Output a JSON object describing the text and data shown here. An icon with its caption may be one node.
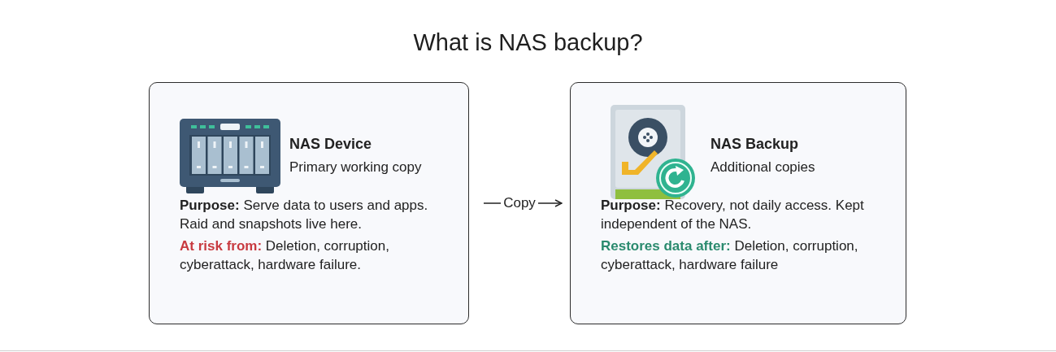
{
  "diagram": {
    "title": "What is NAS backup?",
    "nodes": [
      {
        "text": [
          "NAS Device",
          "Primary working copy",
          "**Purpose:** Serve data to users and apps. Raid and snapshots live here.",
          "**At risk from:** Deletion, corruption, cyberattack, hardware failure."
        ]
      },
      {
        "text": [
          "NAS Backup",
          "Additional copies",
          "**Purpose:** Recovery, not daily access. Kept independent of the NAS.",
          "**Restores data after:** Deletion, corruption, cyberattack, hardware failure"
        ]
      }
    ],
    "edges": [
      {
        "from": 0,
        "to": 1,
        "arrow": "to",
        "label": "Copy"
      }
    ]
  }
}
